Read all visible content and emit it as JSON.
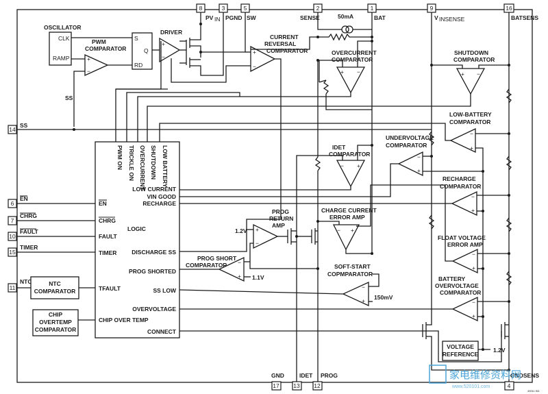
{
  "pins": {
    "pvin": {
      "num": "8",
      "name": "PV",
      "sub": "IN"
    },
    "pgnd": {
      "num": "3",
      "name": "PGND"
    },
    "sw": {
      "num": "5",
      "name": "SW"
    },
    "sense": {
      "num": "2",
      "name": "SENSE"
    },
    "bat": {
      "num": "1",
      "name": "BAT"
    },
    "vinsense": {
      "num": "9",
      "name": "V",
      "sub": "INSENSE"
    },
    "batsens": {
      "num": "16",
      "name": "BATSENS"
    },
    "ss": {
      "num": "14",
      "name": "SS"
    },
    "en": {
      "num": "6",
      "name": "EN"
    },
    "chrg": {
      "num": "7",
      "name": "CHRG"
    },
    "fault": {
      "num": "10",
      "name": "FAULT"
    },
    "timer": {
      "num": "15",
      "name": "TIMER"
    },
    "ntc": {
      "num": "11",
      "name": "NTC"
    },
    "gnd": {
      "num": "17",
      "name": "GND"
    },
    "idet": {
      "num": "13",
      "name": "IDET"
    },
    "prog": {
      "num": "12",
      "name": "PROG"
    },
    "gndsens": {
      "num": "4",
      "name": "GNDSENS"
    }
  },
  "blocks": {
    "oscillator": "OSCILLATOR",
    "clk": "CLK",
    "ramp": "RAMP",
    "pwm_l1": "PWM",
    "pwm_l2": "COMPARATOR",
    "latch_s": "S",
    "latch_q": "Q",
    "latch_rd": "RD",
    "ss_node": "SS",
    "driver": "DRIVER",
    "cr_l1": "CURRENT",
    "cr_l2": "REVERSAL",
    "cr_l3": "COMPARATOR",
    "current_50ma": "50mA",
    "oc_l1": "OVERCURRENT",
    "oc_l2": "COMPARATOR",
    "sd_l1": "SHUTDOWN",
    "sd_l2": "COMPARATOR",
    "lb_l1": "LOW-BATTERY",
    "lb_l2": "COMPARATOR",
    "uv_l1": "UNDERVOLTAGE",
    "uv_l2": "COMPARATOR",
    "rc_l1": "RECHARGE",
    "rc_l2": "COMPARATOR",
    "fv_l1": "FLOAT VOLTAGE",
    "fv_l2": "ERROR AMP",
    "bov_l1": "BATTERY",
    "bov_l2": "OVERVOLTAGE",
    "bov_l3": "COMPARATOR",
    "vref_l1": "VOLTAGE",
    "vref_l2": "REFERENCE",
    "vref_val": "1.2V",
    "ntc_l1": "NTC",
    "ntc_l2": "COMPARATOR",
    "ot_l1": "CHIP",
    "ot_l2": "OVERTEMP",
    "ot_l3": "COMPARATOR",
    "idet_l1": "IDET",
    "idet_l2": "COMPARATOR",
    "prog_l1": "PROG",
    "prog_l2": "RETURN",
    "prog_l3": "AMP",
    "v12": "1.2V",
    "cc_l1": "CHARGE CURRENT",
    "cc_l2": "ERROR AMP",
    "ps_l1": "PROG SHORT",
    "ps_l2": "COMPARATOR",
    "v11": "1.1V",
    "sst_l1": "SOFT-START",
    "sst_l2": "COPMPARATOR",
    "v150": "150mV"
  },
  "logic": {
    "title": "LOGIC",
    "top": [
      "PWM ON",
      "TRICKLE ON",
      "OVERCURRENT",
      "SHUTDOWN",
      "LOW BATTERY"
    ],
    "left": [
      "EN",
      "CHRG",
      "FAULT",
      "TIMER",
      "TFAULT",
      "CHIP OVER TEMP"
    ],
    "right": [
      "LOW CURRENT",
      "VIN GOOD",
      "RECHARGE",
      "DISCHARGE SS",
      "PROG SHORTED",
      "SS LOW",
      "OVERVOLTAGE",
      "CONNECT"
    ]
  },
  "watermark": {
    "text": "家电维修资料网",
    "url": "www.520101.com"
  },
  "footer": {
    "code": "49011 BD"
  }
}
